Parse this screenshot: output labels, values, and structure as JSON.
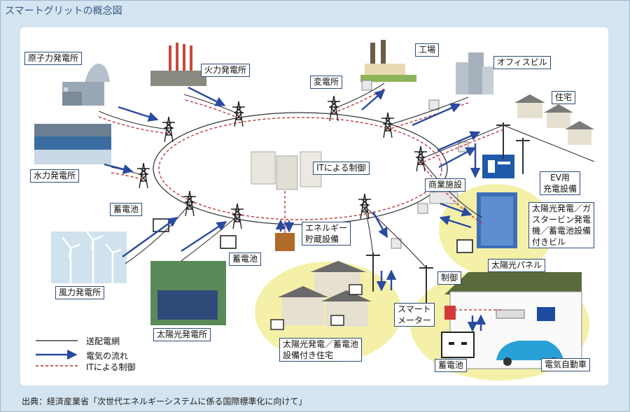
{
  "title": "スマートグリットの概念図",
  "source": "出典：経済産業省「次世代エネルギーシステムに係る国際標準化に向けて」",
  "labels": {
    "nuclear": "原子力発電所",
    "thermal": "火力発電所",
    "hydro": "水力発電所",
    "substation": "変電所",
    "factory": "工場",
    "office": "オフィスビル",
    "house": "住宅",
    "ev_charging": "EV用\n充電設備",
    "commercial": "商業施設",
    "it_control": "ITによる制御",
    "battery_left": "蓄電池",
    "battery_mid": "蓄電池",
    "wind": "風力発電所",
    "solar_plant": "太陽光発電所",
    "energy_storage": "エネルギー\n貯蔵設備",
    "solar_gas_bldg": "太陽光発電／ガ\nスタービン発電\n機／蓄電池設備\n付きビル",
    "solar_panel": "太陽光パネル",
    "control": "制御",
    "smart_meter": "スマート\nメーター",
    "battery_home": "蓄電池",
    "ev": "電気自動車",
    "solar_houses": "太陽光発電／蓄電池\n設備付き住宅"
  },
  "legend": {
    "transmission": "送配電網",
    "power_flow": "電気の流れ",
    "it_control": "ITによる制御"
  },
  "colors": {
    "frame_bg": "#d4e4f0",
    "label_border": "#2d4c7a",
    "arrow": "#2a4aa0",
    "control_line": "#c0282a",
    "grid_line": "#333333",
    "highlight": "#f4f0a8"
  }
}
